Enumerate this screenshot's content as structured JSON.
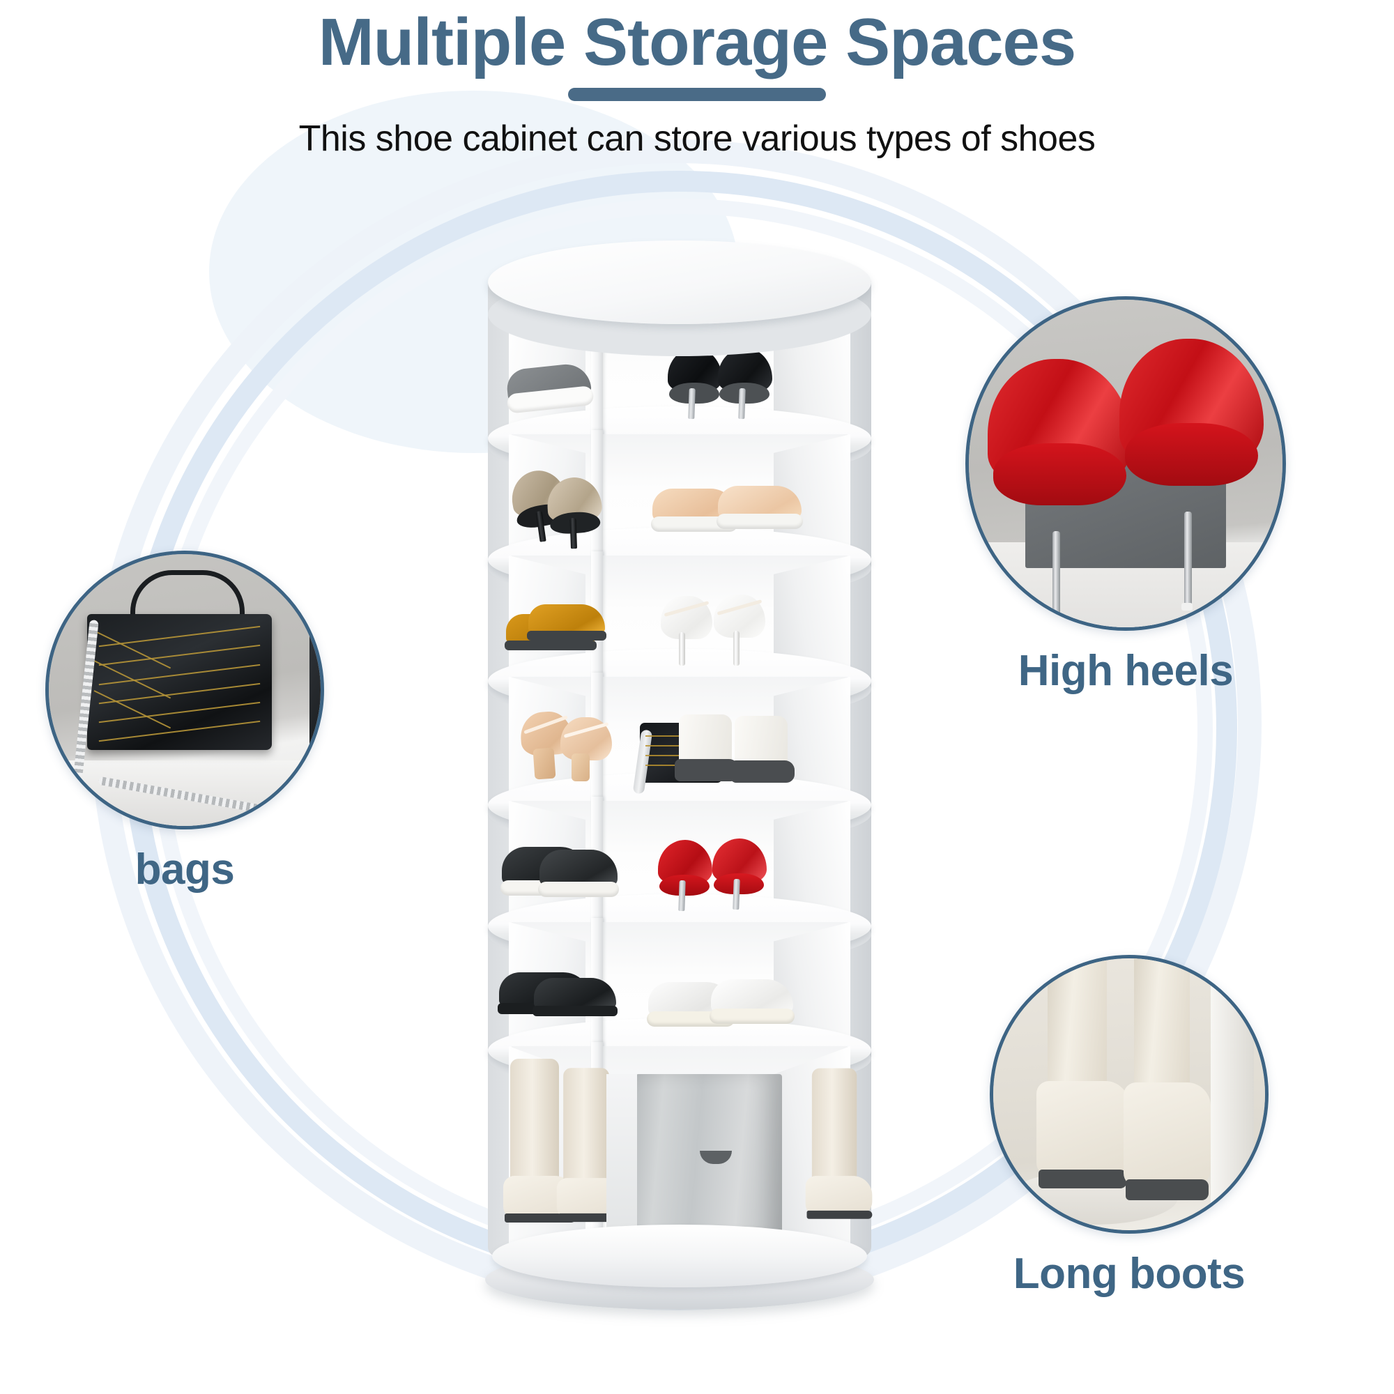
{
  "header": {
    "title": "Multiple Storage Spaces",
    "subtitle": "This shoe cabinet can store various types of shoes"
  },
  "theme": {
    "accent_blue": "#466a87",
    "underline_blue": "#4a6b87",
    "circle_border": "#3d6484",
    "background": "#ffffff",
    "ring_light": "#eef3f9",
    "ring_mid": "#dde8f4"
  },
  "callouts": [
    {
      "id": "high-heels",
      "label": "High heels",
      "subject": "red patent stiletto pumps on white shelf"
    },
    {
      "id": "bags",
      "label": "bags",
      "subject": "black patent chevron quilted handbag with gold stitching and silver chain strap"
    },
    {
      "id": "long-boots",
      "label": "Long boots",
      "subject": "cream knee-high long boots standing on rotating base"
    }
  ],
  "product": {
    "name": "rotating round shoe cabinet",
    "tier_count": 7,
    "tiers": [
      {
        "index": 1,
        "left_item": "grey sneaker sole out",
        "right_item": "black patent high heels"
      },
      {
        "index": 2,
        "left_item": "taupe beige pumps",
        "right_item": "nude beige sneakers"
      },
      {
        "index": 3,
        "left_item": "mustard yellow oxford shoes",
        "right_item": "white strappy stiletto sandals"
      },
      {
        "index": 4,
        "left_item": "nude ankle-strap heeled sandals",
        "right_item": "white ankle boots and black handbag"
      },
      {
        "index": 5,
        "left_item": "black sneakers",
        "right_item": "red patent high heels"
      },
      {
        "index": 6,
        "left_item": "black dress shoes",
        "right_item": "white leather sneakers"
      },
      {
        "index": 7,
        "left_item": "cream long boots",
        "right_item": "grey wood shoe storage boxes"
      }
    ]
  }
}
